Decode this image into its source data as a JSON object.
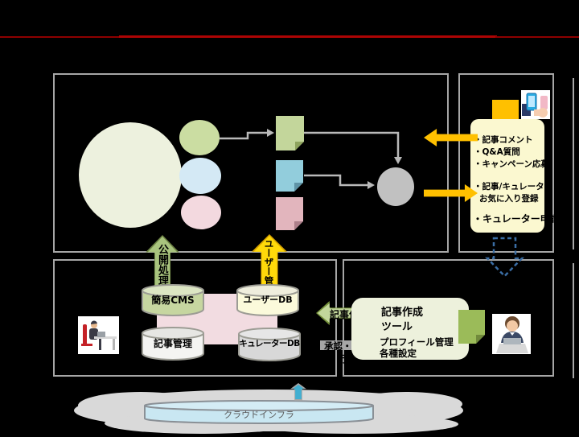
{
  "users_panel": {
    "action_items": [
      "・記事コメント",
      "・Q&A質問",
      "・キャンペーン応募"
    ],
    "favorite_items": [
      "・記事/キュレーター",
      "お気に入り登録"
    ],
    "apply_item": "・キュレーター申請"
  },
  "flows": {
    "publish": "公開処理",
    "user_management": "ユーザー管理",
    "article_create": "記事作成",
    "approve_publish": "承認・発行"
  },
  "systems": {
    "cms": "簡易CMS",
    "article_db": "記事管理",
    "user_db": "ユーザーDB",
    "curator_db": "キュレーターDB"
  },
  "curator_tools": {
    "tool_line1": "記事作成",
    "tool_line2": "ツール",
    "settings_line1": "プロフィール管理",
    "settings_line2": "各種設定"
  },
  "infra": {
    "label": "クラウドインフラ"
  },
  "colors": {
    "title_rule_red": "#ad0404",
    "orange_accent": "#ffc000",
    "green_note": "#c3d69b",
    "blue_note": "#92cddc",
    "pink_note": "#e2b5bd",
    "dashed_sync_blue": "#3b6ea5",
    "cloud_gray": "#d9d9d9",
    "infra_disk_blue": "#c9e7f2"
  }
}
